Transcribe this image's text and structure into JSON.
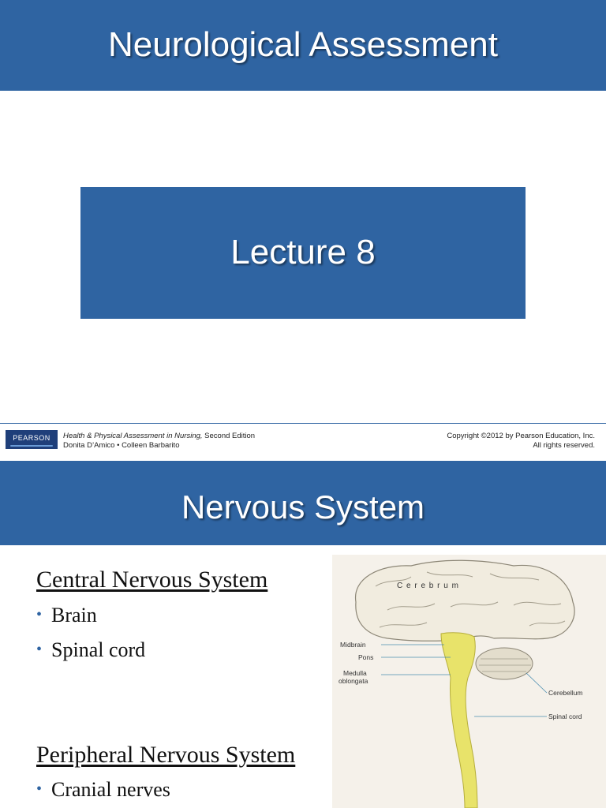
{
  "slide1": {
    "title": "Neurological Assessment",
    "lecture": "Lecture 8",
    "footer": {
      "logo": "PEARSON",
      "book_title": "Health & Physical Assessment in Nursing,",
      "edition": " Second Edition",
      "authors": "Donita D’Amico • Colleen Barbarito",
      "copyright": "Copyright ©2012 by Pearson Education, Inc.",
      "rights": "All rights reserved."
    }
  },
  "slide2": {
    "title": "Nervous System",
    "sections": [
      {
        "heading": "Central Nervous System",
        "items": [
          "Brain",
          "Spinal cord"
        ]
      },
      {
        "heading": "Peripheral Nervous System",
        "items": [
          "Cranial nerves"
        ]
      }
    ],
    "figure": {
      "labels": {
        "cerebrum": "C e r e b r u m",
        "midbrain": "Midbrain",
        "pons": "Pons",
        "medulla_1": "Medulla",
        "medulla_2": "oblongata",
        "cerebellum": "Cerebellum",
        "spinal_cord": "Spinal cord"
      }
    }
  },
  "colors": {
    "accent": "#2f64a2",
    "spinal_cord": "#e8e36a",
    "brain": "#f0ead8"
  }
}
